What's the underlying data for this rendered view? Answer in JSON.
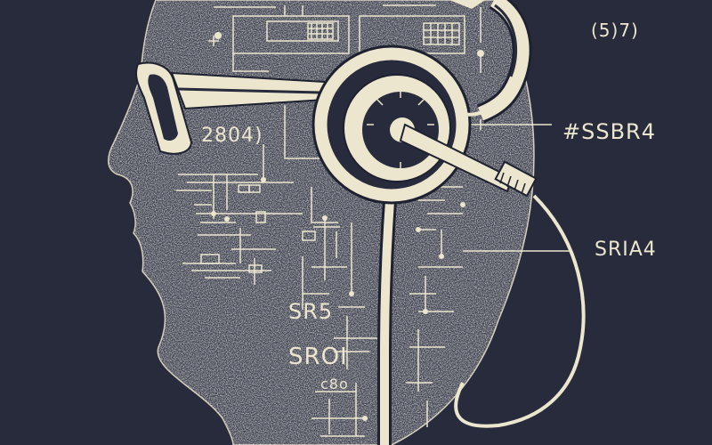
{
  "palette": {
    "background": "#272b3b",
    "ink": "#ece6cf",
    "shadow": "#3a3f52"
  },
  "labels": {
    "top_right": "(5)7)",
    "left_mid": "2804)",
    "right_upper": "#SSBR4",
    "right_lower": "SRIA4",
    "left_lower_1": "SR5",
    "left_lower_2": "SROI",
    "left_bottom": "c8o"
  },
  "icons": {
    "head": "head-silhouette-icon",
    "glasses": "glasses-icon",
    "stethoscope": "stethoscope-icon",
    "circuits": "circuit-lines-icon"
  }
}
